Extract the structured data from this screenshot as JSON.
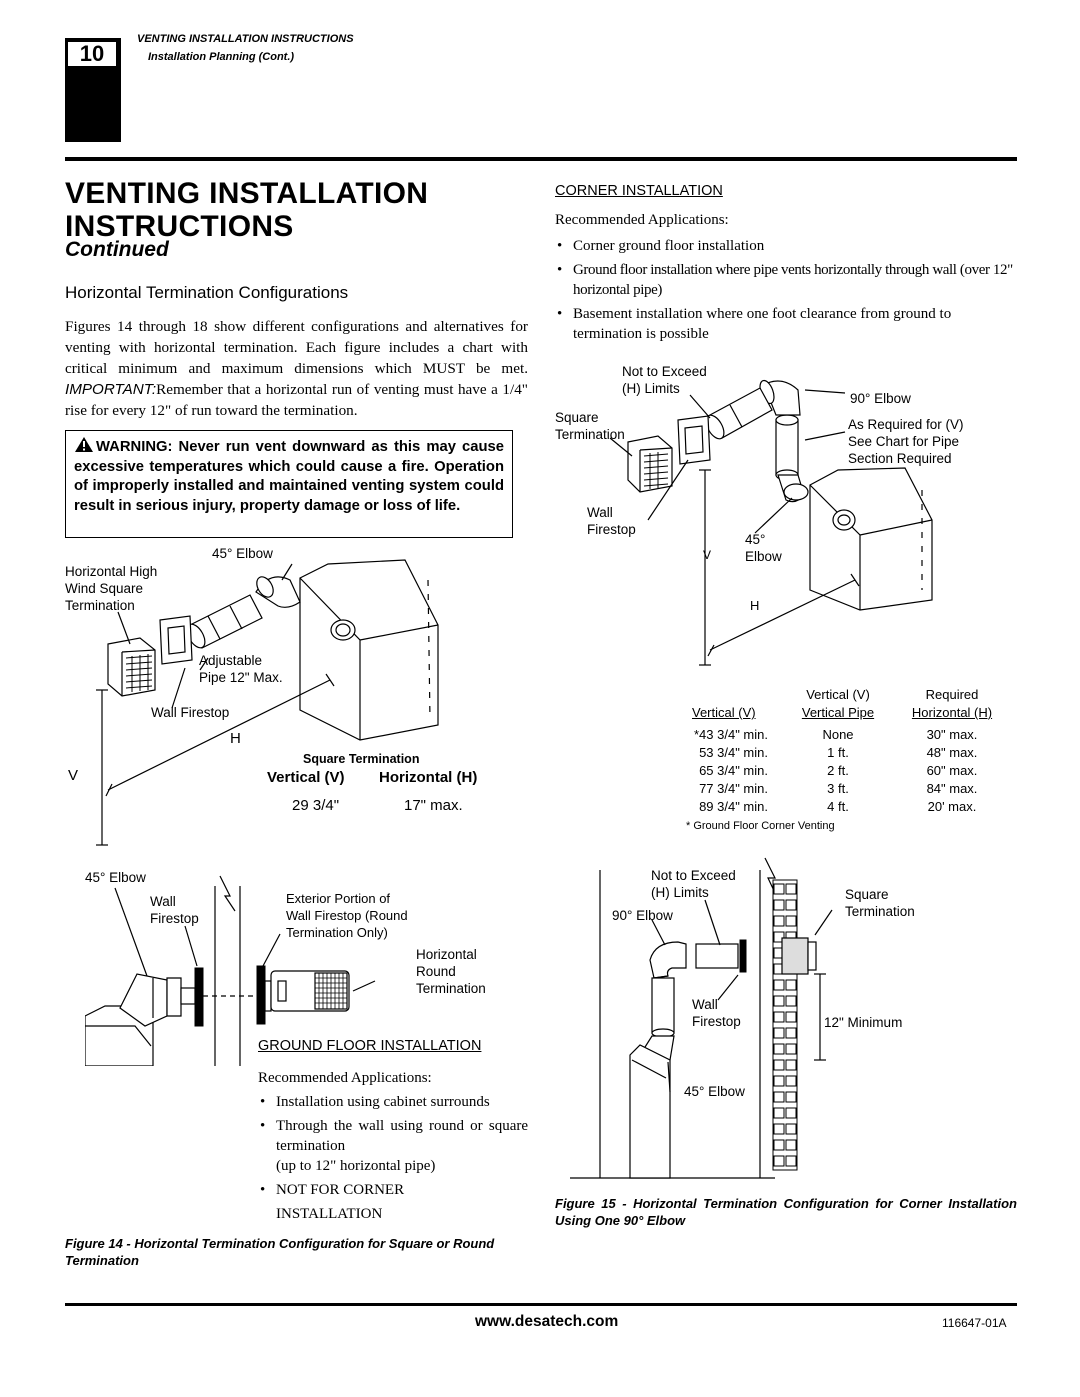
{
  "header": {
    "page_number": "10",
    "running_title": "VENTING INSTALLATION INSTRUCTIONS",
    "running_subtitle": "Installation Planning (Cont.)"
  },
  "title": {
    "line1": "VENTING INSTALLATION",
    "line2": "INSTRUCTIONS",
    "continued": "Continued"
  },
  "left": {
    "section_heading": "Horizontal Termination Configurations",
    "intro_a": "Figures 14 through 18 show different configurations and alternatives for venting with horizontal termination. Each figure includes a chart with critical minimum and maximum dimensions which MUST be met.",
    "intro_important": "IMPORTANT:",
    "intro_b": "Remember that a horizontal run of venting must have a 1/4\" rise for every 12\" of run toward the termination.",
    "warning": "WARNING: Never run vent downward as this may cause excessive temperatures which could cause a fire. Operation of improperly installed and maintained venting system could result in serious injury, property damage or loss of life."
  },
  "fig14": {
    "labels": {
      "elbow45": "45° Elbow",
      "hw1": "Horizontal High",
      "hw2": "Wind Square",
      "hw3": "Termination",
      "adj1": "Adjustable",
      "adj2": "Pipe 12\" Max.",
      "wall_firestop": "Wall Firestop",
      "h": "H",
      "v": "V"
    },
    "table_title": "Square Termination",
    "col_v": "Vertical (V)",
    "col_h": "Horizontal (H)",
    "val_v": "29 3/4\"",
    "val_h": "17\" max.",
    "lower": {
      "elbow45": "45° Elbow",
      "wall1": "Wall",
      "wall2": "Firestop",
      "ext1": "Exterior Portion of",
      "ext2": "Wall Firestop (Round",
      "ext3": "Termination Only)",
      "hr1": "Horizontal",
      "hr2": "Round",
      "hr3": "Termination"
    },
    "ground_heading": "GROUND FLOOR INSTALLATION",
    "rec": "Recommended Applications:",
    "bullets": [
      "Installation using cabinet surrounds",
      "Through the wall using round or square termination"
    ],
    "sub": "(up to 12\" horizontal pipe)",
    "not1": "NOT FOR CORNER",
    "not2": "INSTALLATION",
    "caption": "Figure 14 - Horizontal Termination Configuration for Square or Round Termination"
  },
  "corner": {
    "heading": "CORNER INSTALLATION",
    "rec": "Recommended Applications:",
    "bullets": [
      "Corner ground floor installation",
      "Ground floor installation where pipe vents horizontally through wall (over 12\" horizontal pipe)",
      "Basement installation where one foot clearance from ground to termination is possible"
    ],
    "labels": {
      "nte1": "Not to Exceed",
      "nte2": "(H) Limits",
      "sq1": "Square",
      "sq2": "Termination",
      "elbow90": "90° Elbow",
      "asreq1": "As Required for (V)",
      "asreq2": "See Chart for Pipe",
      "asreq3": "Section Required",
      "wall1": "Wall",
      "wall2": "Firestop",
      "e45a": "45°",
      "e45b": "Elbow",
      "v": "V",
      "h": "H"
    },
    "table": {
      "head_top": [
        "",
        "Vertical (V)",
        "Required"
      ],
      "head": [
        "Vertical (V)",
        "Vertical Pipe",
        "Horizontal (H)"
      ],
      "rows": [
        [
          "*43 3/4\" min.",
          "None",
          "30\" max."
        ],
        [
          "53 3/4\" min.",
          "1 ft.",
          "48\" max."
        ],
        [
          "65 3/4\" min.",
          "2 ft.",
          "60\" max."
        ],
        [
          "77 3/4\" min.",
          "3 ft.",
          "84\" max."
        ],
        [
          "89 3/4\" min.",
          "4 ft.",
          "20' max."
        ]
      ],
      "note": "* Ground Floor Corner Venting"
    }
  },
  "fig15": {
    "labels": {
      "nte1": "Not to Exceed",
      "nte2": "(H) Limits",
      "elbow90": "90° Elbow",
      "sq1": "Square",
      "sq2": "Termination",
      "wall1": "Wall",
      "wall2": "Firestop",
      "min12": "12\" Minimum",
      "elbow45": "45° Elbow"
    },
    "caption": "Figure 15 - Horizontal Termination Configuration for Corner Installation Using One 90° Elbow"
  },
  "footer": {
    "url": "www.desatech.com",
    "doc": "116647-01A"
  }
}
